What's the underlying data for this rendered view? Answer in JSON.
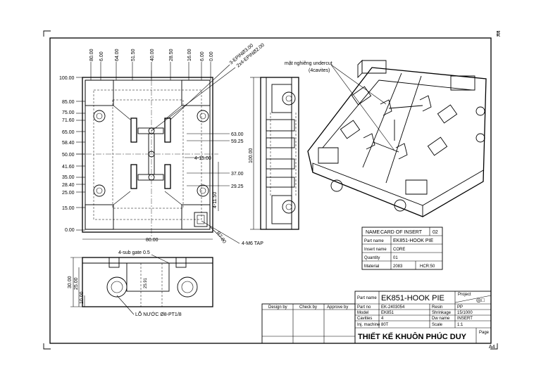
{
  "sheet": {
    "size_top": "A4",
    "size_bottom": "A4"
  },
  "front_view": {
    "top_dims": [
      "80.00",
      "6.00",
      "64.00",
      "51.50",
      "40.00",
      "28.50",
      "16.00",
      "6.00",
      "0.00"
    ],
    "left_dims": [
      "100.00",
      "85.00",
      "75.00",
      "71.60",
      "65.00",
      "58.40",
      "50.00",
      "41.60",
      "35.00",
      "28.40",
      "25.00",
      "15.00",
      "0.00"
    ],
    "right_dims": [
      "63.00",
      "59.25",
      "37.00",
      "29.25"
    ],
    "callout_epin1": "3-EPINØ3.00",
    "callout_epin2": "2x4-EPINØ2.00",
    "dim_4_15": "4-15.00",
    "dim_4_11_50": "4-11.50",
    "dim_width": "80.00",
    "dim_r": "R7.00",
    "dim_tap": "4-M6 TAP",
    "dim_height": "100.00"
  },
  "bottom_view": {
    "subgate": "4-sub gate 0.5",
    "left_dims": [
      "30.00",
      "25.00",
      "10.00"
    ],
    "mid_dim": "25.91",
    "water": "LỖ NƯỚC Ø8-PT1/8"
  },
  "iso_view": {
    "note_line1": "mặt nghiêng undercut",
    "note_line2": "(4cavites)"
  },
  "card": {
    "rows": [
      {
        "label": "NAME",
        "value": "CARD OF INSERT",
        "extra": "02"
      },
      {
        "label": "Part name",
        "value": "EK851-HOOK PIE"
      },
      {
        "label": "Insert name",
        "value": "CORE"
      },
      {
        "label": "Quantity",
        "value": "01"
      },
      {
        "label": "Material",
        "value": "2083",
        "extra": "HCR:50"
      }
    ]
  },
  "title_block": {
    "design_by": "Design by",
    "check_by": "Check by",
    "approve_by": "Approve by",
    "part_name_label": "Part name",
    "part_name": "EK851-HOOK PIE",
    "project_label": "Project",
    "part_no_label": "Part no",
    "part_no": "EK-2403054",
    "resin_label": "Resin",
    "resin": "PP",
    "model_label": "Model",
    "model": "EK851",
    "shrinkage_label": "Shrinkage",
    "shrinkage": "15/1000",
    "cavities_label": "Cavities",
    "cavities": "4",
    "dwg_label": "Dw name",
    "dwg": "INSERT",
    "inj_label": "Inj. machine",
    "inj": "80T",
    "scale_label": "Scale",
    "scale": "1:1",
    "page_label": "Page",
    "company": "THIẾT KẾ KHUÔN PHÚC DUY"
  }
}
